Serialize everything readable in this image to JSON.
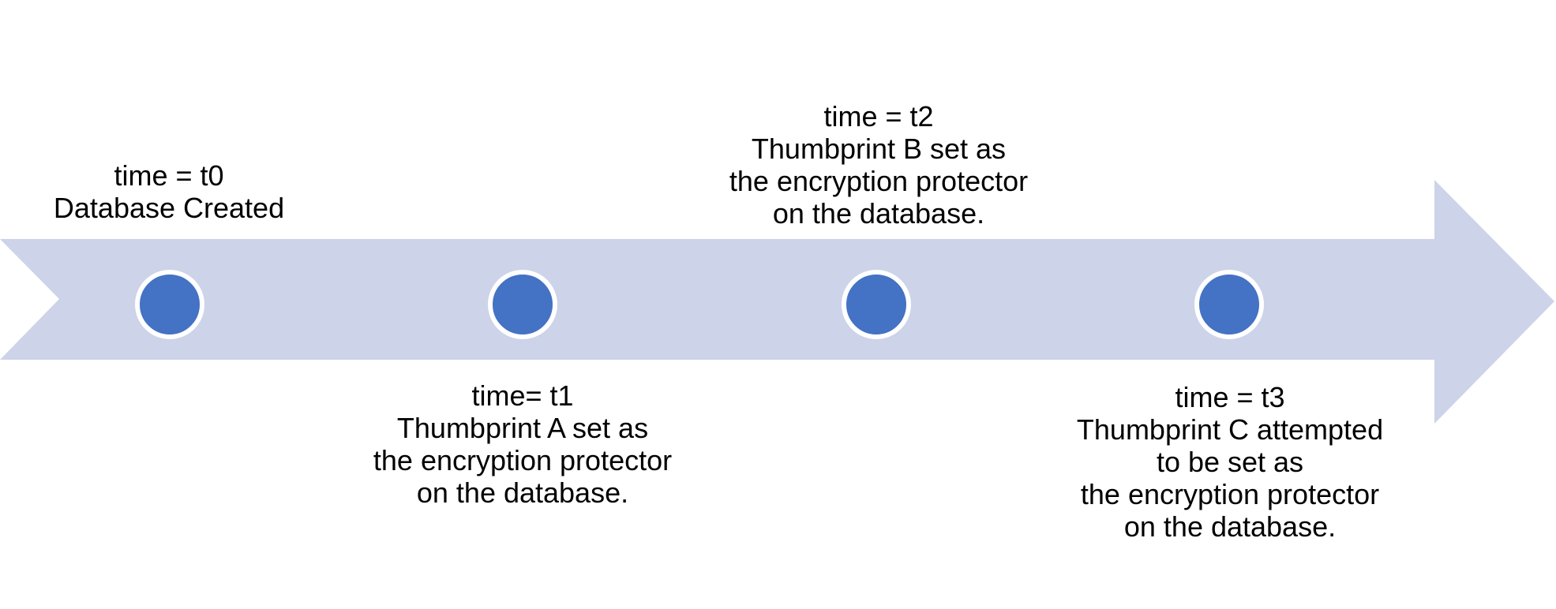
{
  "colors": {
    "background": "#ffffff",
    "band": "#cdd3e8",
    "marker": "#4472c4",
    "marker_ring": "#ffffff",
    "text": "#000000"
  },
  "timeline": {
    "direction": "right",
    "marker_count": 4
  },
  "events": [
    {
      "id": "t0",
      "placement": "above",
      "lines": [
        "time = t0",
        "Database Created"
      ]
    },
    {
      "id": "t1",
      "placement": "below",
      "lines": [
        "time= t1",
        "Thumbprint A set as",
        "the encryption protector",
        "on the database."
      ]
    },
    {
      "id": "t2",
      "placement": "above",
      "lines": [
        "time = t2",
        "Thumbprint B set as",
        "the encryption protector",
        "on the database."
      ]
    },
    {
      "id": "t3",
      "placement": "below",
      "lines": [
        "time = t3",
        "Thumbprint C attempted",
        "to be set as",
        "the encryption protector",
        "on the database."
      ]
    }
  ]
}
